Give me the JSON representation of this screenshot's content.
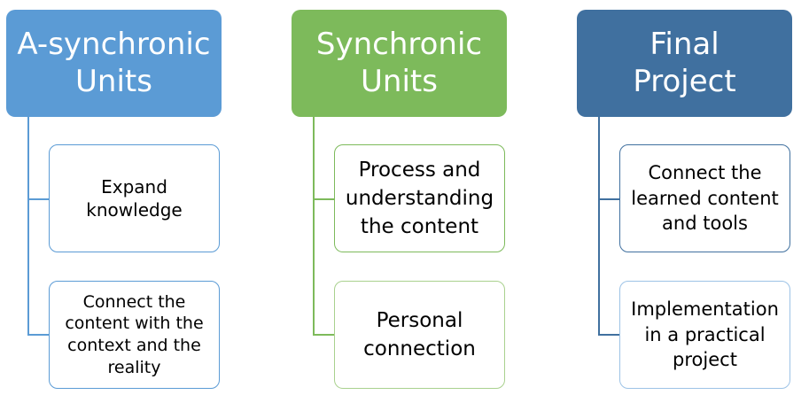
{
  "columns": [
    {
      "title": "A-synchronic\nUnits",
      "color": "#5b9bd5",
      "items": [
        {
          "text": "Expand\nknowledge"
        },
        {
          "text": "Connect the\ncontent with the\ncontext and the\nreality"
        }
      ]
    },
    {
      "title": "Synchronic\nUnits",
      "color": "#7dba5b",
      "items": [
        {
          "text": "Process and\nunderstanding\nthe content"
        },
        {
          "text": "Personal\nconnection"
        }
      ]
    },
    {
      "title": "Final\nProject",
      "color": "#40709f",
      "items": [
        {
          "text": "Connect the\nlearned content\nand tools"
        },
        {
          "text": "Implementation\nin a practical\nproject"
        }
      ]
    }
  ]
}
